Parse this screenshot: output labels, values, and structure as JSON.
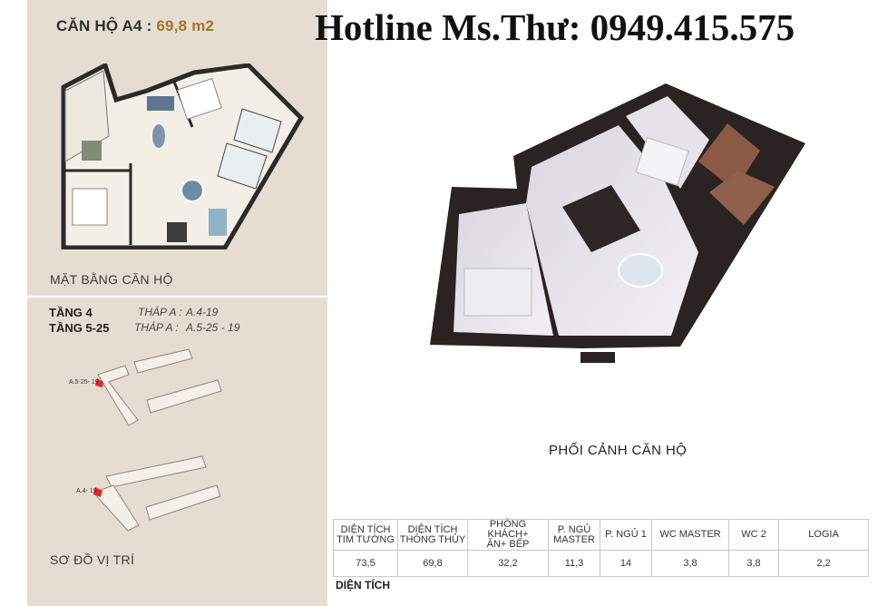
{
  "header": {
    "apartment_label": "CĂN HỘ A4 :",
    "apartment_area": "69,8 m2",
    "hotline": "Hotline Ms.Thư: 0949.415.575"
  },
  "floor_plan": {
    "caption": "MẶT BẰNG CĂN HỘ"
  },
  "floors": [
    {
      "floor": "TẦNG 4",
      "tower": "THÁP A :",
      "unit": "A.4-19"
    },
    {
      "floor": "TẦNG 5-25",
      "tower": "THÁP A :",
      "unit": "A.5-25 - 19"
    }
  ],
  "site_plan": {
    "marker_upper": "A.5-25- 19",
    "marker_lower": "A.4- 19",
    "caption": "SƠ ĐỒ VỊ TRÍ"
  },
  "render": {
    "caption": "PHỐI CẢNH CĂN HỘ"
  },
  "area_table": {
    "headers": [
      [
        "DIỆN TÍCH",
        "TIM TƯỜNG"
      ],
      [
        "DIỆN TÍCH",
        "THÔNG THỦY"
      ],
      [
        "PHÒNG KHÁCH+",
        "ĂN+ BẾP"
      ],
      [
        "P. NGỦ",
        "MASTER"
      ],
      [
        "P. NGỦ 1",
        ""
      ],
      [
        "WC MASTER",
        ""
      ],
      [
        "WC 2",
        ""
      ],
      [
        "LOGIA",
        ""
      ]
    ],
    "values": [
      "73,5",
      "69,8",
      "32,2",
      "11,3",
      "14",
      "3,8",
      "3,8",
      "2,2"
    ],
    "caption": "DIỆN TÍCH"
  },
  "colors": {
    "panel_bg": "#e6ddd2",
    "accent_area": "#a3732a",
    "highlight_marker": "#e8262a"
  }
}
